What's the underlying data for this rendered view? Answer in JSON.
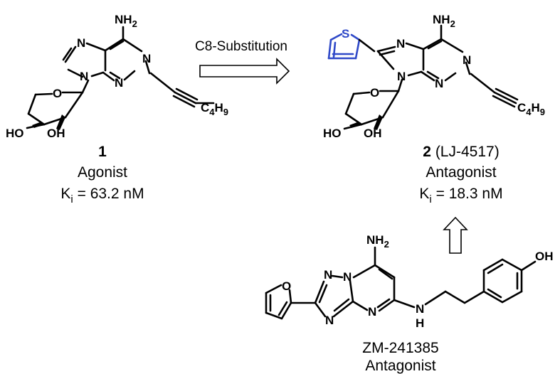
{
  "compound_1": {
    "number": "1",
    "activity": "Agonist",
    "ki_symbol": "K",
    "ki_sub": "i",
    "ki_value": " = 63.2 nM",
    "atoms": {
      "nh2_n": "NH",
      "nh2_sub": "2",
      "n": "N",
      "o": "O",
      "ho": "HO",
      "oh": "OH",
      "c4h9_c": "C",
      "c4h9_4": "4",
      "c4h9_h": "H",
      "c4h9_9": "9"
    }
  },
  "reaction": {
    "label": "C8-Substitution"
  },
  "compound_2": {
    "number": "2",
    "code": " (LJ-4517)",
    "activity": "Antagonist",
    "ki_symbol": "K",
    "ki_sub": "i",
    "ki_value": " = 18.3 nM",
    "atoms": {
      "s": "S",
      "nh2_n": "NH",
      "nh2_sub": "2",
      "n": "N",
      "o": "O",
      "ho": "HO",
      "oh": "OH",
      "c4h9_c": "C",
      "c4h9_4": "4",
      "c4h9_h": "H",
      "c4h9_9": "9"
    }
  },
  "zm": {
    "name": "ZM-241385",
    "activity": "Antagonist",
    "atoms": {
      "nh2_n": "NH",
      "nh2_sub": "2",
      "n": "N",
      "o": "O",
      "oh": "OH",
      "nh_n": "N",
      "nh_h": "H"
    }
  },
  "colors": {
    "bonds": "#000000",
    "thiophene": "#2f49c8"
  }
}
